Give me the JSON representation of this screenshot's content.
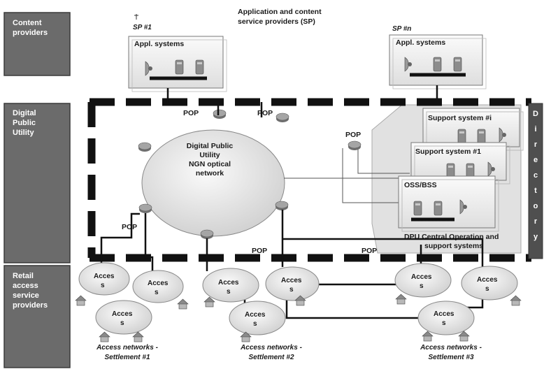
{
  "side_labels": {
    "content": [
      "Content",
      "providers"
    ],
    "dpu": [
      "Digital",
      "Public",
      "Utility"
    ],
    "retail": [
      "Retail",
      "access",
      "service",
      "providers"
    ]
  },
  "header": {
    "title_line1": "Application and content",
    "title_line2": "service providers (SP)"
  },
  "sp1": {
    "label": "SP #1",
    "box": "Appl. systems"
  },
  "spn": {
    "label": "SP #n",
    "box": "Appl. systems"
  },
  "network": {
    "lines": [
      "Digital Public",
      "Utility",
      "NGN optical",
      "network"
    ]
  },
  "pop_label": "POP",
  "support": {
    "n": "Support system #i",
    "one": "Support system #1",
    "oss": "OSS/BSS",
    "central_line1": "DPU Central Operation and",
    "central_line2": "support systems"
  },
  "vertical_label": [
    "D",
    "i",
    "r",
    "e",
    "c",
    "t",
    "o",
    "r",
    "y"
  ],
  "access_part1": "Acces",
  "access_part2": "s",
  "settlements": [
    {
      "line1": "Access networks -",
      "line2": "Settlement #1"
    },
    {
      "line1": "Access networks -",
      "line2": "Settlement #2"
    },
    {
      "line1": "Access networks -",
      "line2": "Settlement #3"
    }
  ]
}
